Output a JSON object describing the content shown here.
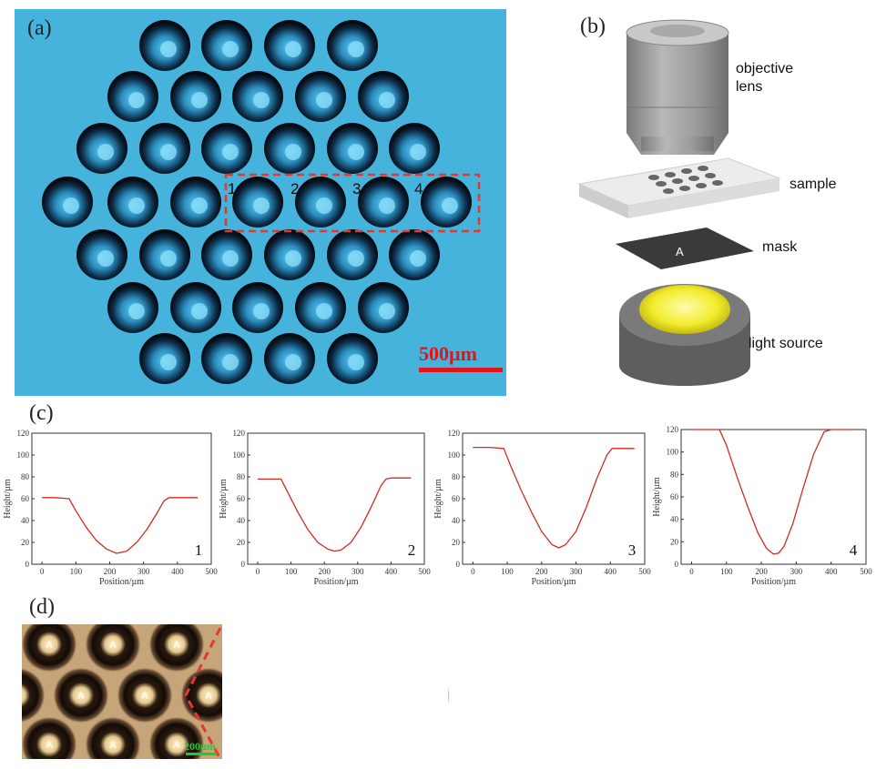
{
  "panels": {
    "a": {
      "label": "(a)",
      "row_labels": [
        "1",
        "2",
        "3",
        "4"
      ],
      "scale_bar": "500µm",
      "colors": {
        "background": "#45b3dc",
        "selection": "#e23b2e",
        "scale": "#e0161a"
      }
    },
    "b": {
      "label": "(b)",
      "parts": {
        "objective": "objective\nlens",
        "sample": "sample",
        "mask": "mask",
        "mask_letter": "A",
        "light": "light source"
      },
      "colors": {
        "metal": "#9a9a9a",
        "light": "#f3ec2a"
      }
    },
    "c": {
      "label": "(c)"
    },
    "d": {
      "label": "(d)",
      "letter": "A",
      "scale_bar": "200µm",
      "colors": {
        "scale": "#18d02c",
        "selection": "#e23b2e",
        "background": "#c7a57a"
      }
    }
  },
  "chart_data": [
    {
      "type": "line",
      "id": "1",
      "xlabel": "Position/µm",
      "ylabel": "Height/µm",
      "xlim": [
        -30,
        500
      ],
      "ylim": [
        0,
        120
      ],
      "xticks": [
        "0",
        "100",
        "200",
        "300",
        "400",
        "500"
      ],
      "yticks": [
        "0",
        "20",
        "40",
        "60",
        "80",
        "100",
        "120"
      ],
      "x": [
        0,
        40,
        80,
        100,
        130,
        160,
        190,
        220,
        250,
        280,
        310,
        340,
        360,
        375,
        400,
        460
      ],
      "y": [
        61,
        61,
        60,
        49,
        34,
        22,
        14,
        10,
        12,
        20,
        32,
        47,
        58,
        61,
        61,
        61
      ]
    },
    {
      "type": "line",
      "id": "2",
      "xlabel": "Position/µm",
      "ylabel": "Height/µm",
      "xlim": [
        -30,
        500
      ],
      "ylim": [
        0,
        120
      ],
      "xticks": [
        "0",
        "100",
        "200",
        "300",
        "400",
        "500"
      ],
      "yticks": [
        "0",
        "20",
        "40",
        "60",
        "80",
        "100",
        "120"
      ],
      "x": [
        0,
        40,
        70,
        90,
        120,
        150,
        180,
        210,
        230,
        250,
        280,
        310,
        340,
        370,
        385,
        400,
        460
      ],
      "y": [
        78,
        78,
        78,
        66,
        48,
        32,
        20,
        14,
        12,
        13,
        20,
        34,
        52,
        72,
        78,
        79,
        79
      ]
    },
    {
      "type": "line",
      "id": "3",
      "xlabel": "Position/µm",
      "ylabel": "Height/µm",
      "xlim": [
        -30,
        500
      ],
      "ylim": [
        0,
        120
      ],
      "xticks": [
        "0",
        "100",
        "200",
        "300",
        "400",
        "500"
      ],
      "yticks": [
        "0",
        "20",
        "40",
        "60",
        "80",
        "100",
        "120"
      ],
      "x": [
        0,
        50,
        90,
        110,
        140,
        170,
        200,
        230,
        250,
        270,
        300,
        330,
        360,
        390,
        405,
        420,
        470
      ],
      "y": [
        107,
        107,
        106,
        90,
        68,
        48,
        30,
        18,
        15,
        18,
        30,
        52,
        78,
        100,
        106,
        106,
        106
      ]
    },
    {
      "type": "line",
      "id": "4",
      "xlabel": "Position/µm",
      "ylabel": "Height/µm",
      "xlim": [
        -30,
        500
      ],
      "ylim": [
        0,
        120
      ],
      "xticks": [
        "0",
        "100",
        "200",
        "300",
        "400",
        "500"
      ],
      "yticks": [
        "0",
        "20",
        "40",
        "60",
        "80",
        "100",
        "120"
      ],
      "x": [
        0,
        50,
        80,
        100,
        130,
        160,
        190,
        215,
        235,
        250,
        265,
        290,
        320,
        350,
        380,
        400,
        470
      ],
      "y": [
        120,
        120,
        120,
        106,
        78,
        52,
        28,
        14,
        9,
        10,
        16,
        36,
        68,
        98,
        118,
        120,
        120
      ]
    }
  ]
}
